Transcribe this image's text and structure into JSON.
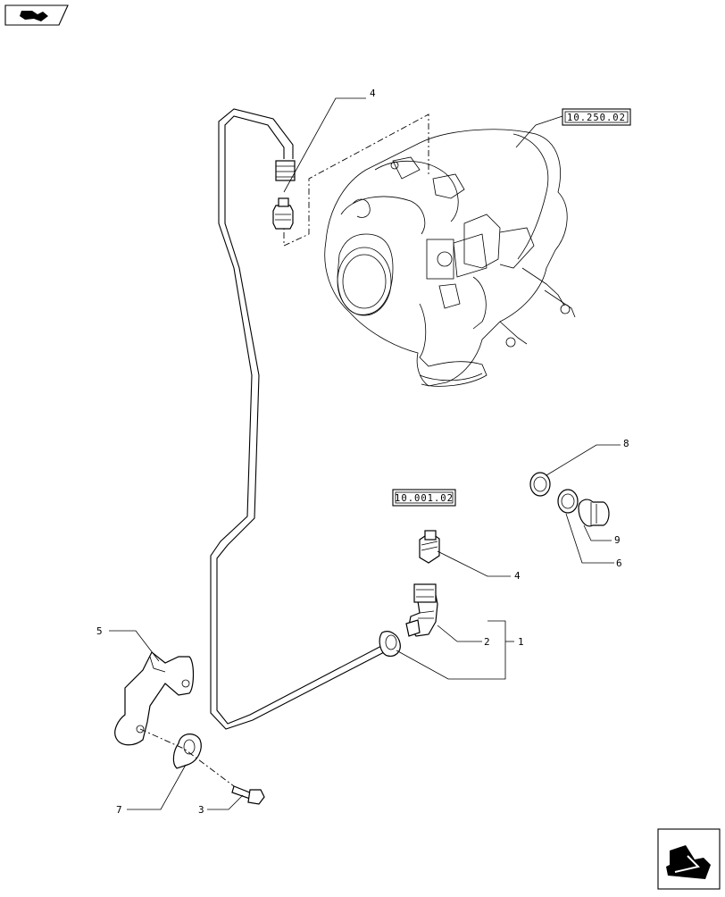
{
  "nav": {
    "back_icon": "page-back-arrow-icon",
    "next_icon": "page-next-arrow-icon"
  },
  "references": {
    "turbocharger": "10.250.02",
    "oil_gallery": "10.001.02"
  },
  "callouts": {
    "c1": "1",
    "c2": "2",
    "c3": "3",
    "c4_top": "4",
    "c4_mid": "4",
    "c5": "5",
    "c6": "6",
    "c7": "7",
    "c8": "8",
    "c9": "9"
  },
  "colors": {
    "line": "#000000",
    "background": "#ffffff"
  }
}
